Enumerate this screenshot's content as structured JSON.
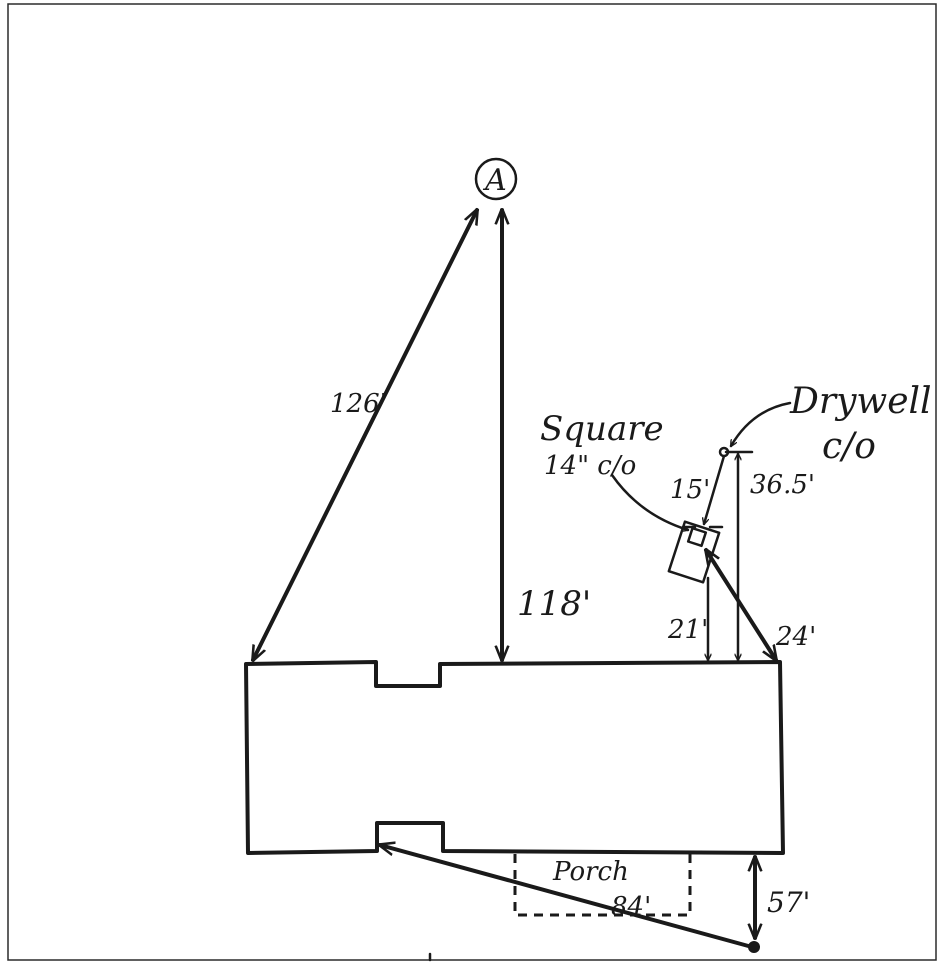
{
  "point_a_label": "A",
  "labels": {
    "dist_126": "126'",
    "dist_118": "118'",
    "square": "Square",
    "square_size": "14\" c/o",
    "drywell_line1": "Drywell",
    "drywell_line2": "c/o",
    "dist_15": "15'",
    "dist_36_5": "36.5'",
    "dist_21": "21'",
    "dist_24": "24'",
    "porch": "Porch",
    "dist_84": "84'",
    "dist_57": "57'"
  }
}
